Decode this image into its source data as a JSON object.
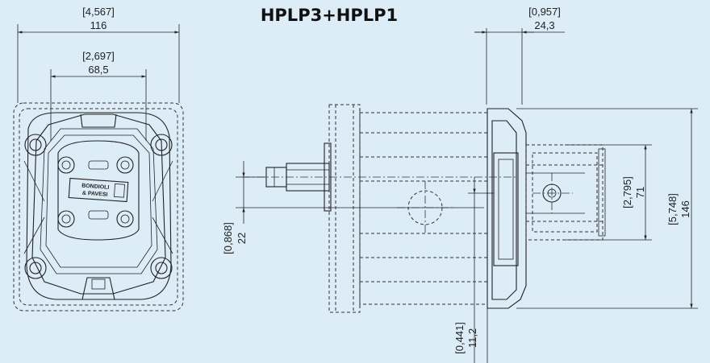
{
  "title": "HPLP3+HPLP1",
  "dimensions": {
    "width_in": "[4,567]",
    "width_mm": "116",
    "bolt_in": "[2,697]",
    "bolt_mm": "68,5",
    "flange_in": "[0,957]",
    "flange_mm": "24,3",
    "shaft_in": "[0,868]",
    "shaft_mm": "22",
    "port_in": "[2,795]",
    "port_mm": "71",
    "height_in": "[5,748]",
    "height_mm": "146",
    "bottom_in": "[0,441]",
    "bottom_mm": "11,2"
  },
  "logo_text": [
    "BONDIOLI",
    "& PAVESI"
  ],
  "colors": {
    "background": "#dcedf8",
    "line": "#222222"
  }
}
